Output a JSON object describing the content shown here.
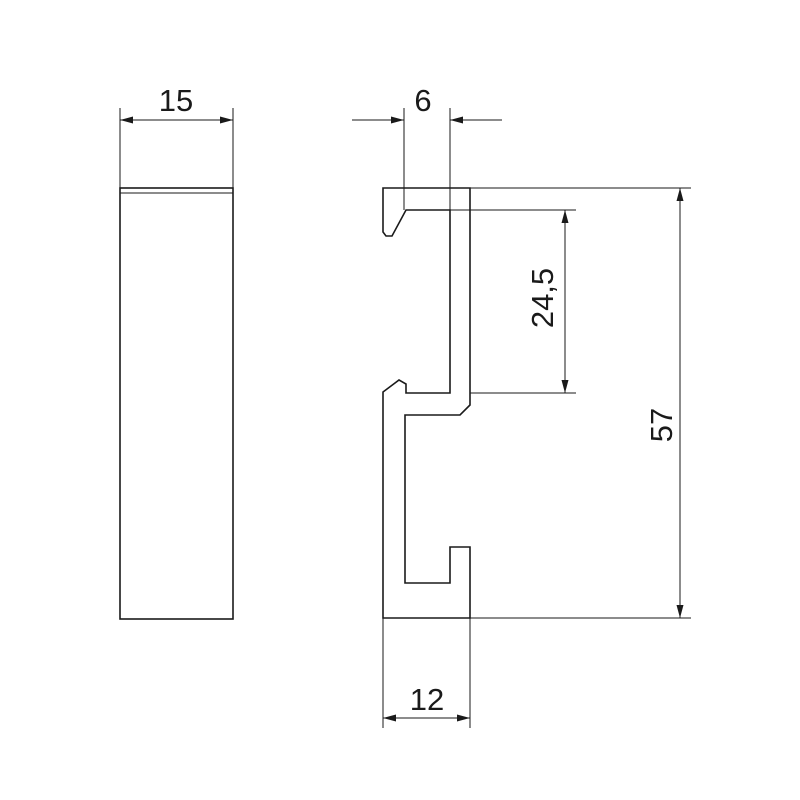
{
  "colors": {
    "line": "#1a1a1a",
    "background": "#ffffff"
  },
  "dimensions": {
    "top_left": "15",
    "top_right": "6",
    "middle": "24,5",
    "right": "57",
    "bottom": "12"
  }
}
